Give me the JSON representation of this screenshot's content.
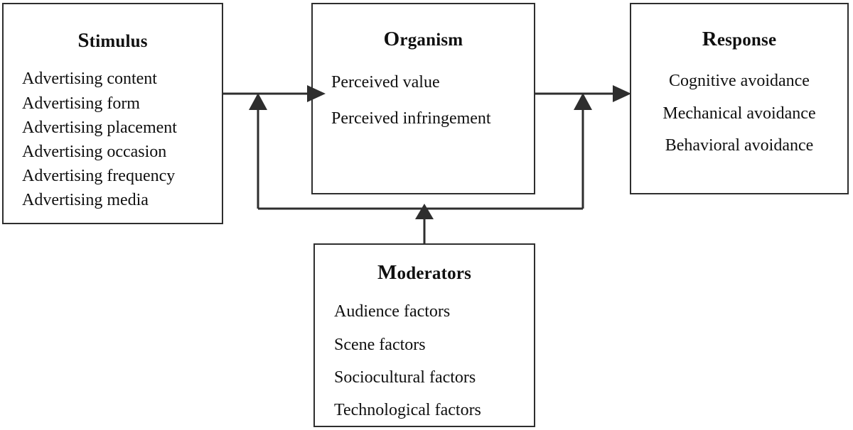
{
  "diagram": {
    "type": "S-O-R conceptual framework",
    "background_color": "#ffffff",
    "line_color": "#2e2e2e",
    "text_color": "#101010",
    "nodes": {
      "stimulus": {
        "title": "Stimulus",
        "items": [
          "Advertising content",
          "Advertising form",
          "Advertising placement",
          "Advertising occasion",
          "Advertising frequency",
          "Advertising media"
        ]
      },
      "organism": {
        "title": "Organism",
        "items": [
          "Perceived value",
          "Perceived infringement"
        ]
      },
      "response": {
        "title": "Response",
        "items": [
          "Cognitive avoidance",
          "Mechanical avoidance",
          "Behavioral avoidance"
        ]
      },
      "moderators": {
        "title": "Moderators",
        "items": [
          "Audience factors",
          "Scene factors",
          "Sociocultural factors",
          "Technological factors"
        ]
      }
    },
    "connectors": [
      {
        "name": "stimulus-to-organism",
        "from": "stimulus",
        "to": "organism",
        "style": "solid-arrow"
      },
      {
        "name": "organism-to-response",
        "from": "organism",
        "to": "response",
        "style": "solid-arrow"
      },
      {
        "name": "moderators-to-bus",
        "from": "moderators",
        "to": "moderation-bus",
        "style": "solid-arrow"
      },
      {
        "name": "bus-to-stimulus-organism-path",
        "from": "moderation-bus",
        "to": "stimulus-to-organism",
        "style": "solid-arrow"
      },
      {
        "name": "bus-to-organism-response-path",
        "from": "moderation-bus",
        "to": "organism-to-response",
        "style": "solid-arrow"
      }
    ]
  }
}
